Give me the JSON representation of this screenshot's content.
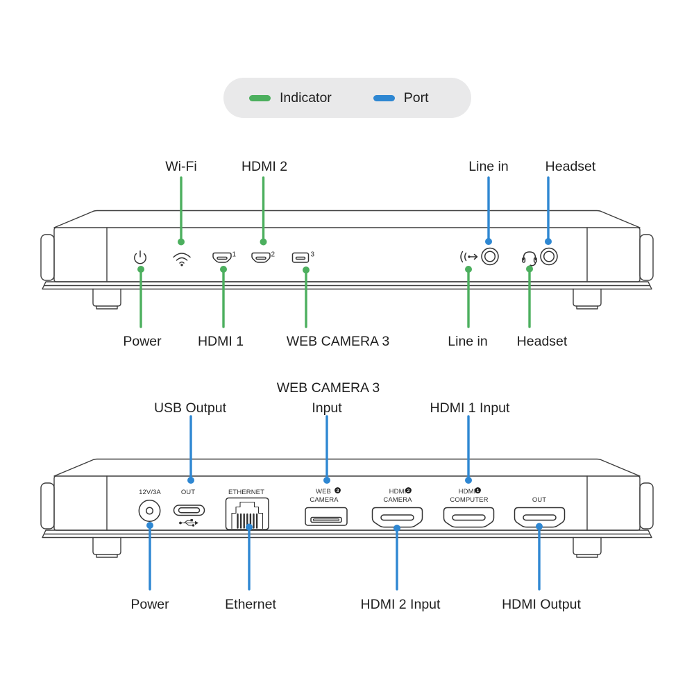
{
  "legend": {
    "items": [
      {
        "label": "Indicator",
        "color": "#4caf5e"
      },
      {
        "label": "Port",
        "color": "#2e87d2"
      }
    ]
  },
  "front_view": {
    "labels_above": [
      "Wi-Fi",
      "HDMI 2",
      "Line in",
      "Headset"
    ],
    "labels_below": [
      "Power",
      "HDMI 1",
      "WEB CAMERA 3",
      "Line in",
      "Headset"
    ],
    "indicator_numbers": {
      "hdmi1": "1",
      "hdmi2": "2",
      "web_camera": "3"
    }
  },
  "rear_view": {
    "labels_above": [
      "USB Output",
      "WEB CAMERA 3",
      "Input",
      "HDMI 1 Input"
    ],
    "labels_below": [
      "Power",
      "Ethernet",
      "HDMI 2 Input",
      "HDMI Output"
    ],
    "panel_text": {
      "dc_power": "12V/3A",
      "usb_out": "OUT",
      "ethernet": "ETHERNET",
      "web": "WEB",
      "web_line2": "CAMERA",
      "web_num": "3",
      "hdmi_camera": "HDMI",
      "hdmi_camera_line2": "CAMERA",
      "hdmi_camera_num": "2",
      "hdmi_computer": "HDMI",
      "hdmi_computer_line2": "COMPUTER",
      "hdmi_computer_num": "1",
      "hdmi_out": "OUT"
    }
  }
}
